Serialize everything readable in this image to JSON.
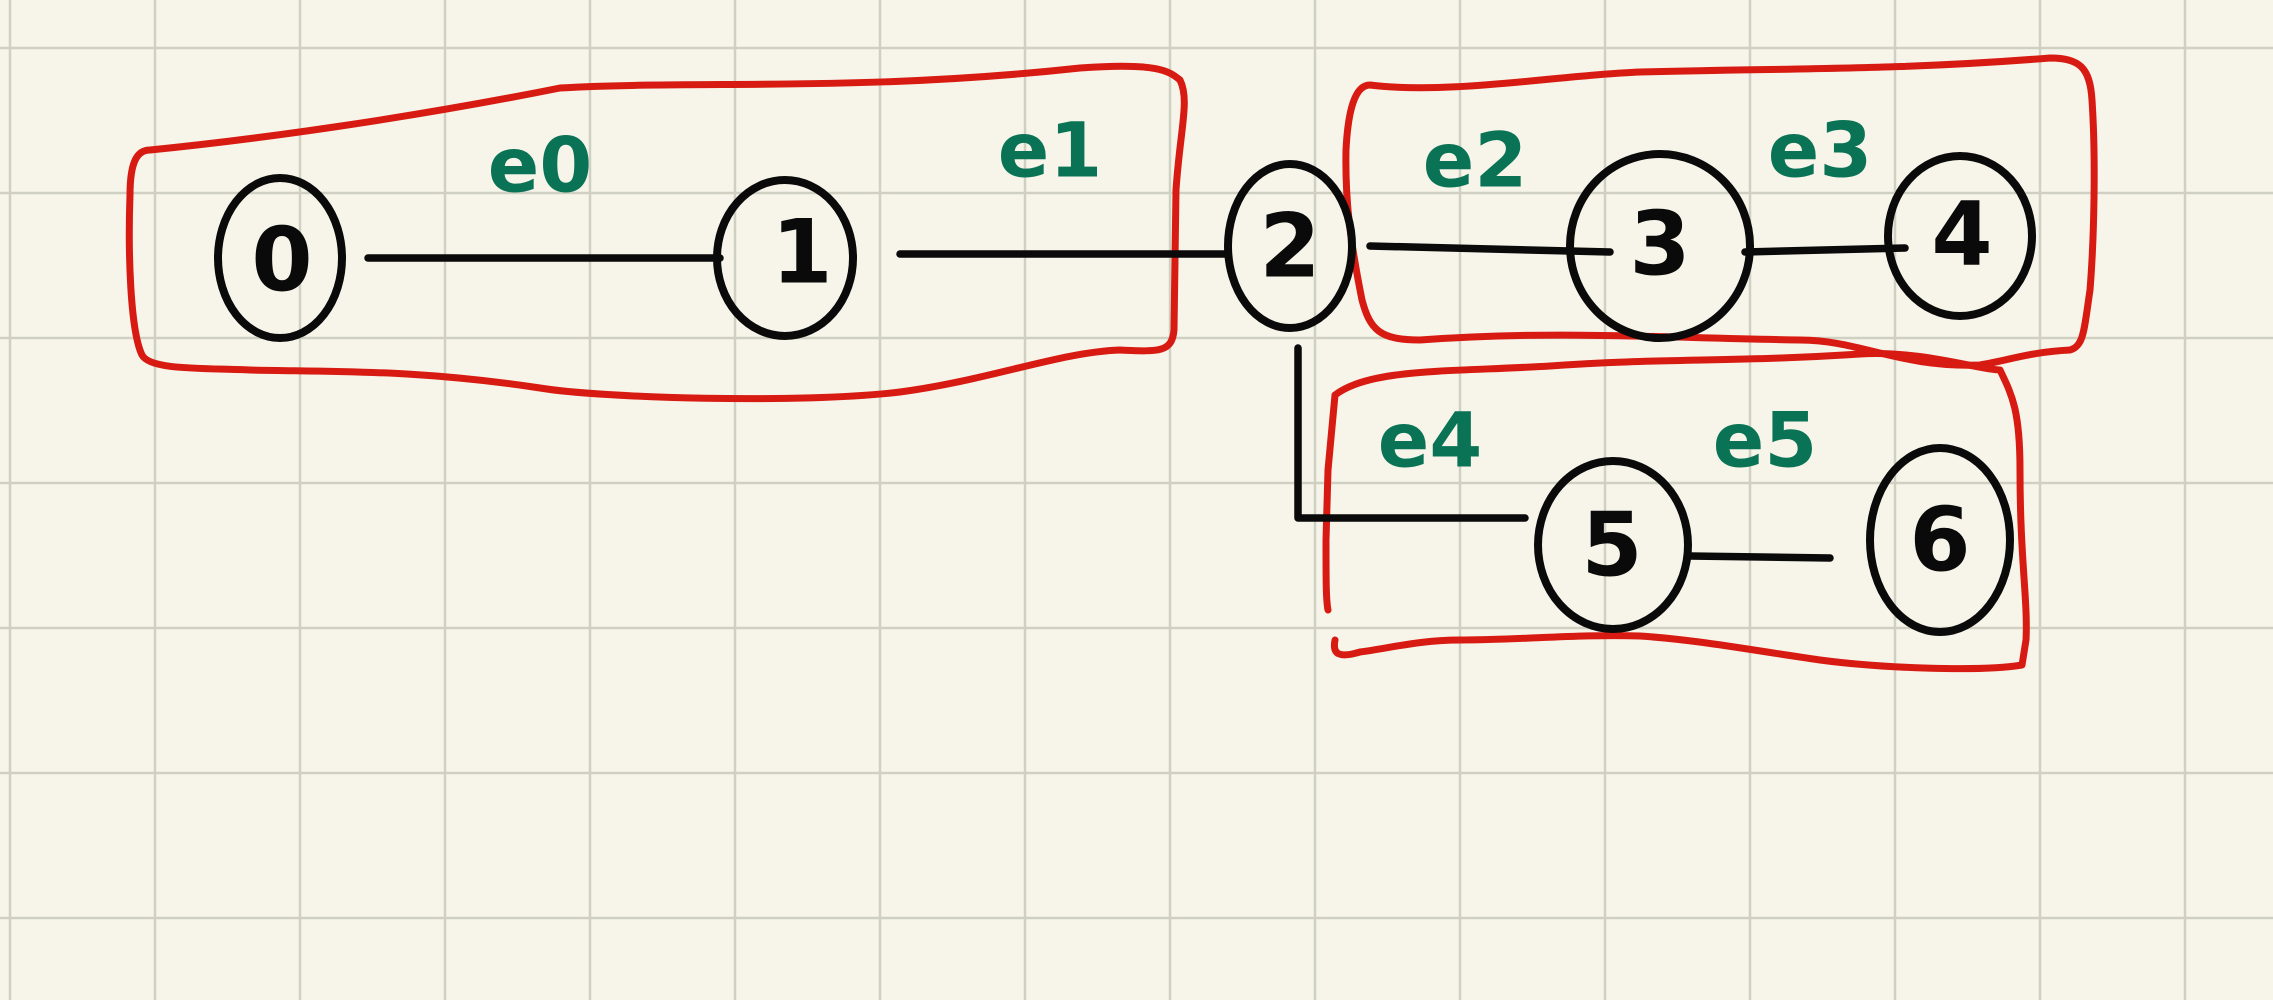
{
  "colors": {
    "background": "#f7f5ea",
    "ink": "#0a0a0a",
    "edge_label": "#0b7355",
    "group_outline": "#d81b12",
    "grid": "#cfcfc2"
  },
  "nodes": [
    {
      "id": "node-0",
      "label": "0"
    },
    {
      "id": "node-1",
      "label": "1"
    },
    {
      "id": "node-2",
      "label": "2"
    },
    {
      "id": "node-3",
      "label": "3"
    },
    {
      "id": "node-4",
      "label": "4"
    },
    {
      "id": "node-5",
      "label": "5"
    }
  ],
  "edges": [
    {
      "id": "edge-e0",
      "label": "e0",
      "from": "0",
      "to": "1"
    },
    {
      "id": "edge-e1",
      "label": "e1",
      "from": "1",
      "to": "2"
    },
    {
      "id": "edge-e2",
      "label": "e2",
      "from": "2",
      "to": "3"
    },
    {
      "id": "edge-e3",
      "label": "e3",
      "from": "3",
      "to": "4"
    },
    {
      "id": "edge-e4",
      "label": "e4",
      "from": "2",
      "to": "5"
    },
    {
      "id": "edge-e5",
      "label": "e5",
      "from": "5",
      "to": "6"
    }
  ],
  "extra_nodes": [
    {
      "id": "node-6-bottom",
      "label": "6"
    }
  ],
  "groups": [
    {
      "id": "group-left",
      "members": [
        "0",
        "1",
        "e0",
        "e1"
      ]
    },
    {
      "id": "group-top-right",
      "members": [
        "3",
        "4",
        "e2",
        "e3"
      ]
    },
    {
      "id": "group-bottom-right",
      "members": [
        "5",
        "6",
        "e4",
        "e5"
      ]
    }
  ]
}
